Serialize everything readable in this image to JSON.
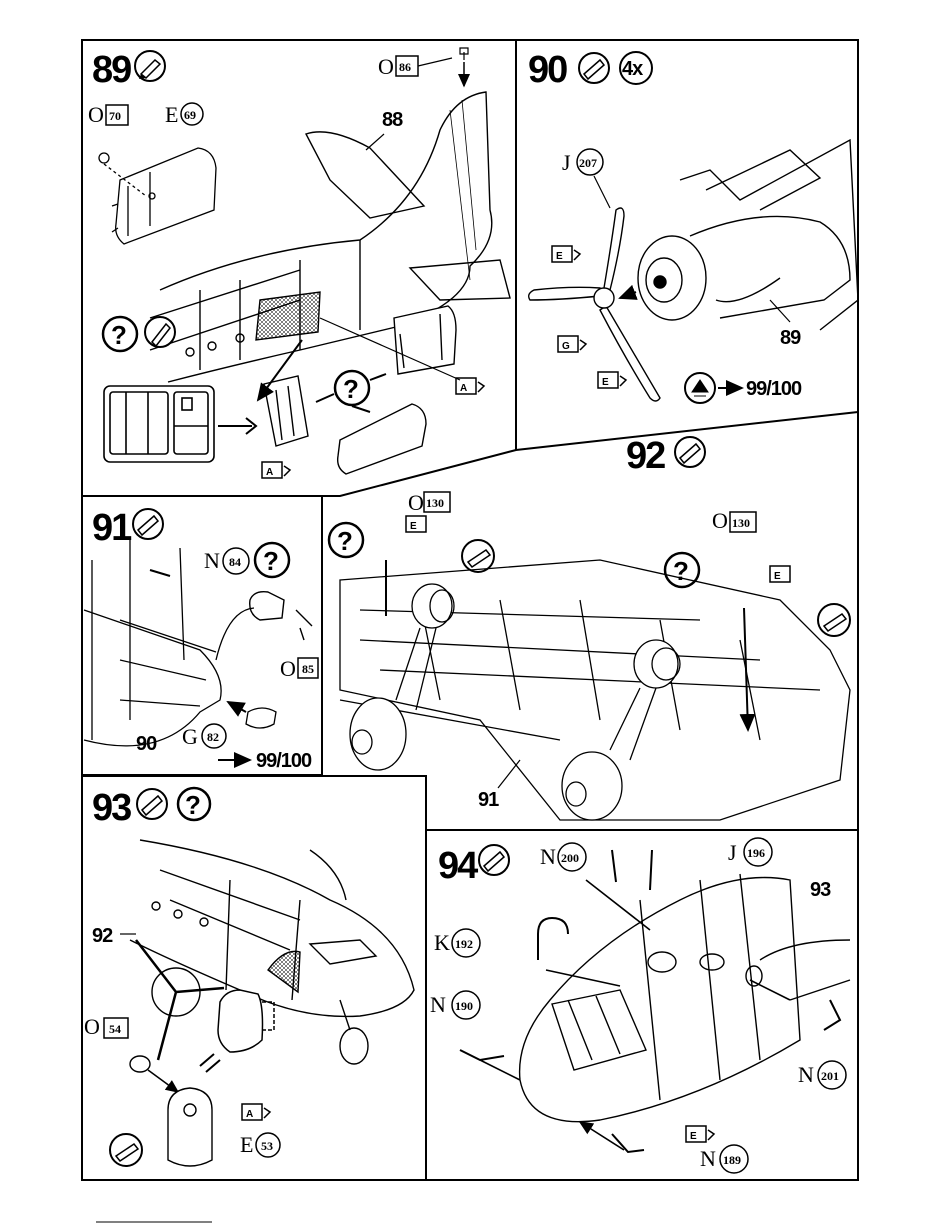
{
  "steps": {
    "s89": {
      "number": "89",
      "labels": {
        "o70": {
          "letter": "O",
          "num": "70"
        },
        "e69": {
          "letter": "E",
          "num": "69"
        },
        "o86": {
          "letter": "O",
          "num": "86"
        },
        "ref88": "88",
        "markA1": "A",
        "markA2": "A"
      }
    },
    "s90": {
      "number": "90",
      "repeat": "4x",
      "labels": {
        "j207": {
          "letter": "J",
          "num": "207"
        },
        "markE1": "E",
        "markG": "G",
        "markE2": "E",
        "ref89": "89",
        "goto": "99/100"
      }
    },
    "s91": {
      "number": "91",
      "labels": {
        "n84": {
          "letter": "N",
          "num": "84"
        },
        "o85": {
          "letter": "O",
          "num": "85"
        },
        "g82": {
          "letter": "G",
          "num": "82"
        },
        "ref90": "90",
        "goto": "99/100"
      }
    },
    "s92": {
      "number": "92",
      "labels": {
        "o130a": {
          "letter": "O",
          "num": "130"
        },
        "o130b": {
          "letter": "O",
          "num": "130"
        },
        "markE1": "E",
        "markE2": "E",
        "ref91": "91"
      }
    },
    "s93": {
      "number": "93",
      "labels": {
        "ref92": "92",
        "o54": {
          "letter": "O",
          "num": "54"
        },
        "e53": {
          "letter": "E",
          "num": "53"
        },
        "markA": "A"
      }
    },
    "s94": {
      "number": "94",
      "labels": {
        "n200": {
          "letter": "N",
          "num": "200"
        },
        "j196": {
          "letter": "J",
          "num": "196"
        },
        "ref93": "93",
        "k192": {
          "letter": "K",
          "num": "192"
        },
        "n190": {
          "letter": "N",
          "num": "190"
        },
        "n201": {
          "letter": "N",
          "num": "201"
        },
        "markE": "E",
        "n189": {
          "letter": "N",
          "num": "189"
        }
      }
    }
  },
  "symbols": {
    "question": "?"
  }
}
